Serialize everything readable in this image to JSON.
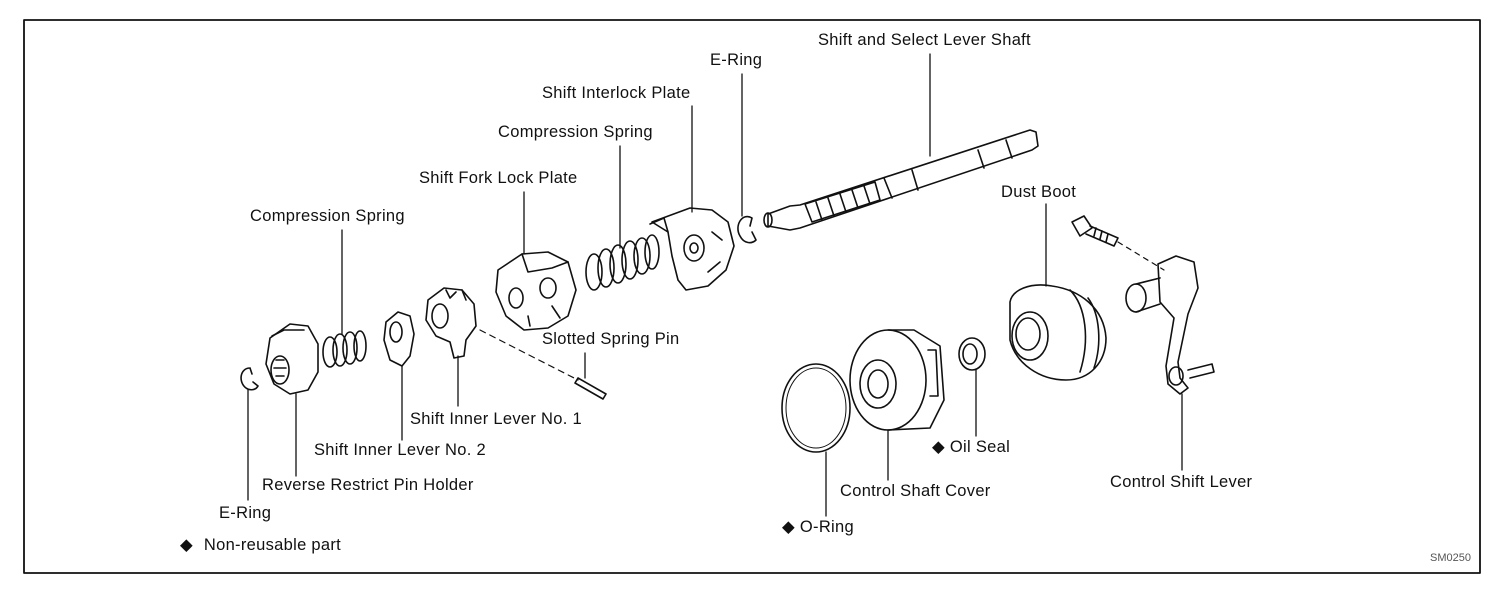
{
  "labels": {
    "shift_select_lever_shaft": "Shift and Select Lever Shaft",
    "e_ring_top": "E-Ring",
    "shift_interlock_plate": "Shift Interlock Plate",
    "compression_spring_top": "Compression Spring",
    "shift_fork_lock_plate": "Shift Fork Lock Plate",
    "compression_spring_left": "Compression Spring",
    "slotted_spring_pin": "Slotted Spring Pin",
    "shift_inner_lever_no1": "Shift Inner Lever No. 1",
    "shift_inner_lever_no2": "Shift Inner Lever No. 2",
    "reverse_restrict_pin_holder": "Reverse Restrict Pin Holder",
    "e_ring_bottom": "E-Ring",
    "dust_boot": "Dust Boot",
    "oil_seal": "Oil Seal",
    "control_shaft_cover": "Control Shaft Cover",
    "o_ring": "O-Ring",
    "control_shift_lever": "Control Shift Lever"
  },
  "legend": {
    "marker": "◆",
    "text": "Non-reusable part"
  },
  "figure_code": "SM0250",
  "colors": {
    "line": "#111111",
    "frame": "#222222"
  }
}
